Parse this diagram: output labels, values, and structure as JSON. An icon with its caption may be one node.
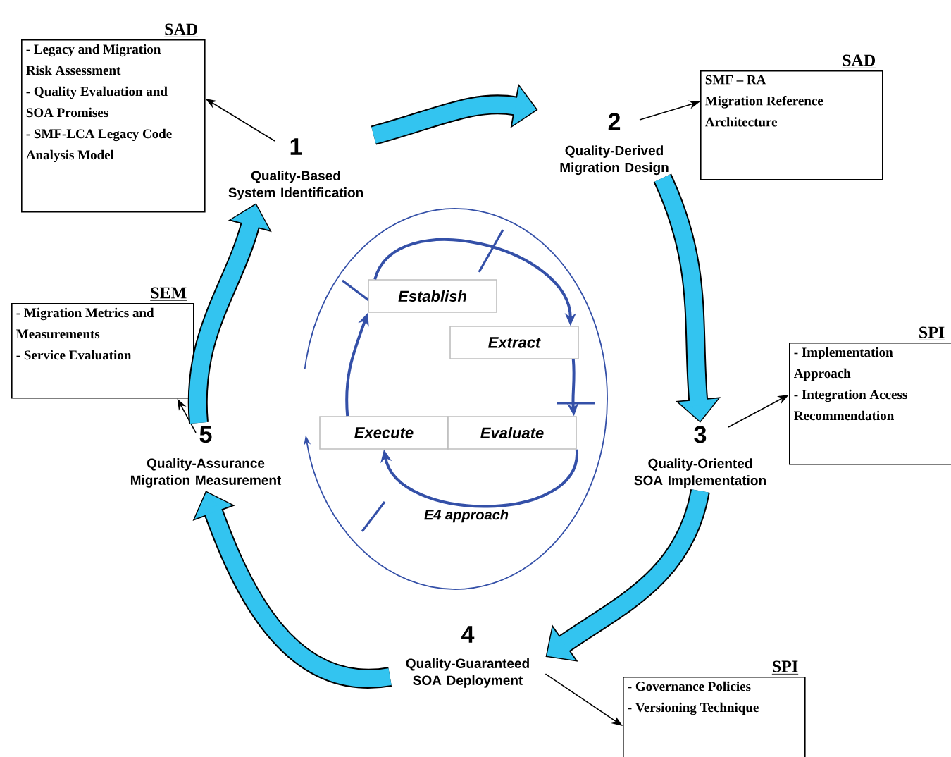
{
  "diagram": {
    "nodes": [
      {
        "text": [
          "1",
          "Quality-Based System Identification"
        ]
      },
      {
        "text": [
          "SAD",
          "- Legacy and Migration Risk Assessment",
          "- Quality Evaluation and SOA Promises",
          "- SMF-LCA Legacy Code Analysis Model"
        ]
      },
      {
        "text": [
          "2",
          "Quality-Derived Migration Design"
        ]
      },
      {
        "text": [
          "SAD",
          "SMF – RA",
          "Migration Reference Architecture"
        ]
      },
      {
        "text": [
          "3",
          "Quality-Oriented SOA Implementation"
        ]
      },
      {
        "text": [
          "SPI",
          "- Implementation Approach",
          "- Integration Access Recommendation"
        ]
      },
      {
        "text": [
          "4",
          "Quality-Guaranteed SOA Deployment"
        ]
      },
      {
        "text": [
          "SPI",
          "- Governance Policies",
          "- Versioning Technique"
        ]
      },
      {
        "text": [
          "5",
          "Quality-Assurance Migration Measurement"
        ]
      },
      {
        "text": [
          "SEM",
          "- Migration Metrics and Measurements",
          "- Service Evaluation"
        ]
      },
      {
        "text": [
          "E4 approach"
        ]
      },
      {
        "text": [
          "Establish"
        ],
        "in": 10
      },
      {
        "text": [
          "Extract"
        ],
        "in": 10
      },
      {
        "text": [
          "Execute"
        ],
        "in": 10
      },
      {
        "text": [
          "Evaluate"
        ],
        "in": 10
      }
    ],
    "edges": [
      {
        "from": 0,
        "to": 1,
        "arrow": "to"
      },
      {
        "from": 2,
        "to": 3,
        "arrow": "to"
      },
      {
        "from": 4,
        "to": 5,
        "arrow": "to"
      },
      {
        "from": 6,
        "to": 7,
        "arrow": "to"
      },
      {
        "from": 8,
        "to": 9,
        "arrow": "to"
      },
      {
        "from": 0,
        "to": 2,
        "arrow": "to",
        "style": "thick",
        "color": "#33c4f0"
      },
      {
        "from": 2,
        "to": 4,
        "arrow": "to",
        "style": "thick",
        "color": "#33c4f0"
      },
      {
        "from": 4,
        "to": 6,
        "arrow": "to",
        "style": "thick",
        "color": "#33c4f0"
      },
      {
        "from": 6,
        "to": 8,
        "arrow": "to",
        "style": "thick",
        "color": "#33c4f0"
      },
      {
        "from": 8,
        "to": 0,
        "arrow": "to",
        "style": "thick",
        "color": "#33c4f0"
      },
      {
        "from": 11,
        "to": 12,
        "arrow": "to",
        "color": "#3450a8"
      },
      {
        "from": 12,
        "to": 14,
        "arrow": "to",
        "color": "#3450a8"
      },
      {
        "from": 14,
        "to": 13,
        "arrow": "to",
        "color": "#3450a8"
      },
      {
        "from": 13,
        "to": 11,
        "arrow": "to",
        "color": "#3450a8"
      }
    ]
  }
}
